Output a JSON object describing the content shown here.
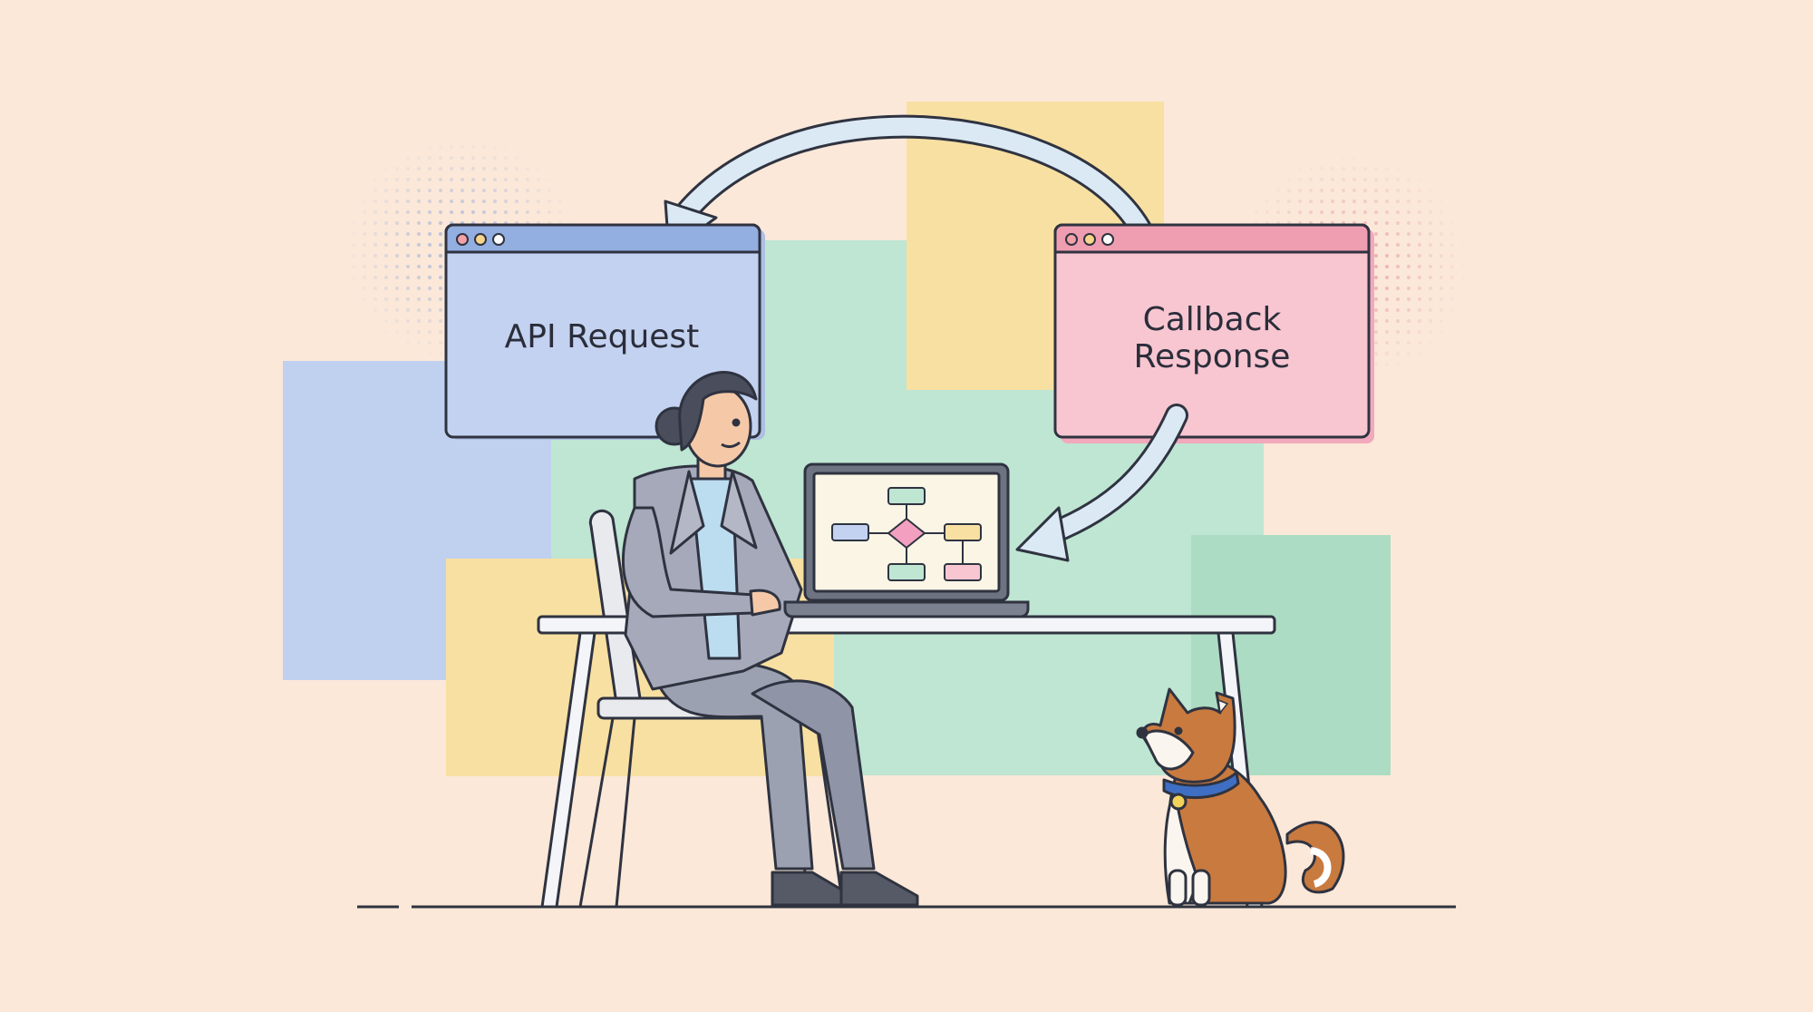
{
  "windows": {
    "request": {
      "title": "API Request"
    },
    "response": {
      "title_line1": "Callback",
      "title_line2": "Response"
    }
  },
  "colors": {
    "background": "#fbe8d9",
    "blue_block": "#c0d1ef",
    "green_block": "#bfe5d3",
    "yellow_block": "#f8e0a2",
    "request_window": "#c3d2f0",
    "request_titlebar": "#93aee0",
    "response_window": "#f7c6d1",
    "response_titlebar": "#ef9db0",
    "outline": "#2f3340",
    "arrow_fill": "#dbe9f5",
    "dog_fur": "#c97a3f",
    "dog_collar": "#3f6fc4"
  },
  "icons": {
    "arrows": [
      "curved-arrow-to-request",
      "curved-arrow-to-laptop"
    ],
    "window_controls": "three-dots",
    "dog_tag": "bell-icon"
  }
}
